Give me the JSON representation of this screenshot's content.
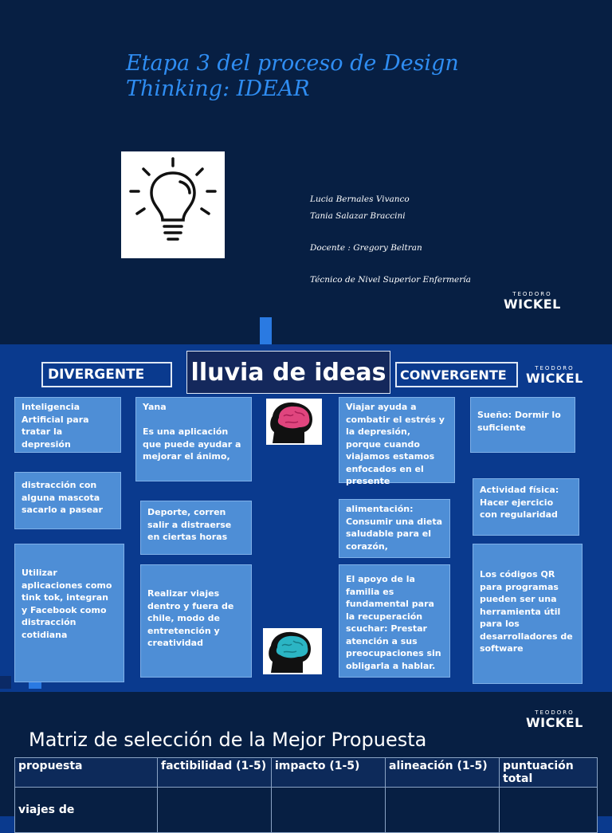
{
  "slide1": {
    "title_line1": "Etapa 3 del proceso de Design",
    "title_line2": "Thinking: IDEAR",
    "authors": [
      "Lucia Bernales Vivanco",
      "Tania Salazar Braccini"
    ],
    "docente": "Docente : Gregory Beltran",
    "carrera": "Técnico de Nivel Superior Enfermería",
    "logo_small": "TEODORO",
    "logo_big": "WICKEL"
  },
  "slide2": {
    "divergente": "DIVERGENTE",
    "title": "lluvia de ideas",
    "convergente": "CONVERGENTE",
    "logo_small": "TEODORO",
    "logo_big": "WICKEL",
    "notes": [
      "Inteligencia Artificial para tratar la depresión",
      "distracción con alguna mascota sacarlo a pasear",
      "Utilizar aplicaciones como tink tok, integran y Facebook como distracción cotidiana",
      "Yana\n\nEs una aplicación que puede ayudar a mejorar el ánimo,",
      "Deporte, corren salir a distraerse en ciertas horas",
      "Realizar viajes dentro y fuera de chile, modo de entretención y creatividad",
      "Viajar ayuda a combatir el estrés y la depresión, porque cuando viajamos estamos enfocados en el presente",
      " alimentación: Consumir una dieta saludable para el corazón,",
      "El apoyo de la familia es fundamental para la recuperación scuchar: Prestar atención a sus preocupaciones sin obligarla a hablar.",
      "Sueño: Dormir lo suficiente",
      "Actividad física: Hacer ejercicio con regularidad",
      "Los códigos QR para programas pueden ser una herramienta útil para los desarrolladores de software"
    ],
    "colors": {
      "note": "#4e8ed6",
      "background": "#0a3a8e",
      "brain_pink": "#e0457e",
      "brain_teal": "#2bb5c4"
    }
  },
  "slide3": {
    "title": "Matriz de selección de la Mejor Propuesta",
    "logo_small": "TEODORO",
    "logo_big": "WICKEL",
    "headers": [
      "propuesta",
      "factibilidad (1-5)",
      "impacto (1-5)",
      "alineación (1-5)",
      "puntuación total"
    ],
    "rows": [
      [
        "viajes de",
        "",
        "",
        "",
        ""
      ]
    ]
  }
}
